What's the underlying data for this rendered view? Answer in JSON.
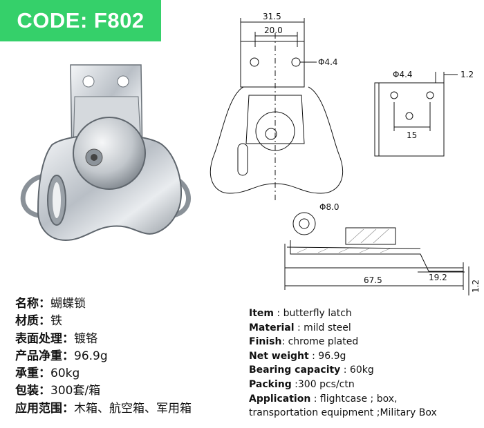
{
  "header": {
    "code": "CODE: F802",
    "badge_color": "#35d06a"
  },
  "drawing": {
    "width_outer": "31.5",
    "width_inner": "20.0",
    "hole_dia_top": "Φ4.4",
    "hole_dia_side": "Φ4.4",
    "thickness_side": "1.2",
    "hole_spacing": "15",
    "pivot_dia": "Φ8.0",
    "offset_len": "19.2",
    "total_len": "67.5",
    "thickness_bottom": "1.2"
  },
  "specs_cn": [
    {
      "label": "名称：",
      "value": "蝴蝶锁"
    },
    {
      "label": "材质：",
      "value": "铁"
    },
    {
      "label": "表面处理：",
      "value": "镀铬"
    },
    {
      "label": "产品净重：",
      "value": "96.9g"
    },
    {
      "label": "承重：",
      "value": "60kg"
    },
    {
      "label": "包装：",
      "value": "300套/箱"
    },
    {
      "label": "应用范围：",
      "value": "木箱、航空箱、军用箱"
    }
  ],
  "specs_en": {
    "item_label": "Item",
    "item_value": " : butterfly latch",
    "material_label": "Material",
    "material_value": " : mild steel",
    "finish_label": "Finish",
    "finish_value": ": chrome plated",
    "weight_label": "Net weight",
    "weight_value": " : 96.9g",
    "capacity_label": "Bearing capacity",
    "capacity_value": " : 60kg",
    "packing_label": "Packing",
    "packing_value": " :300 pcs/ctn",
    "application_label": "Application",
    "application_value": " : flightcase ; box,",
    "application_value2": "transportation equipment ;Military Box"
  }
}
